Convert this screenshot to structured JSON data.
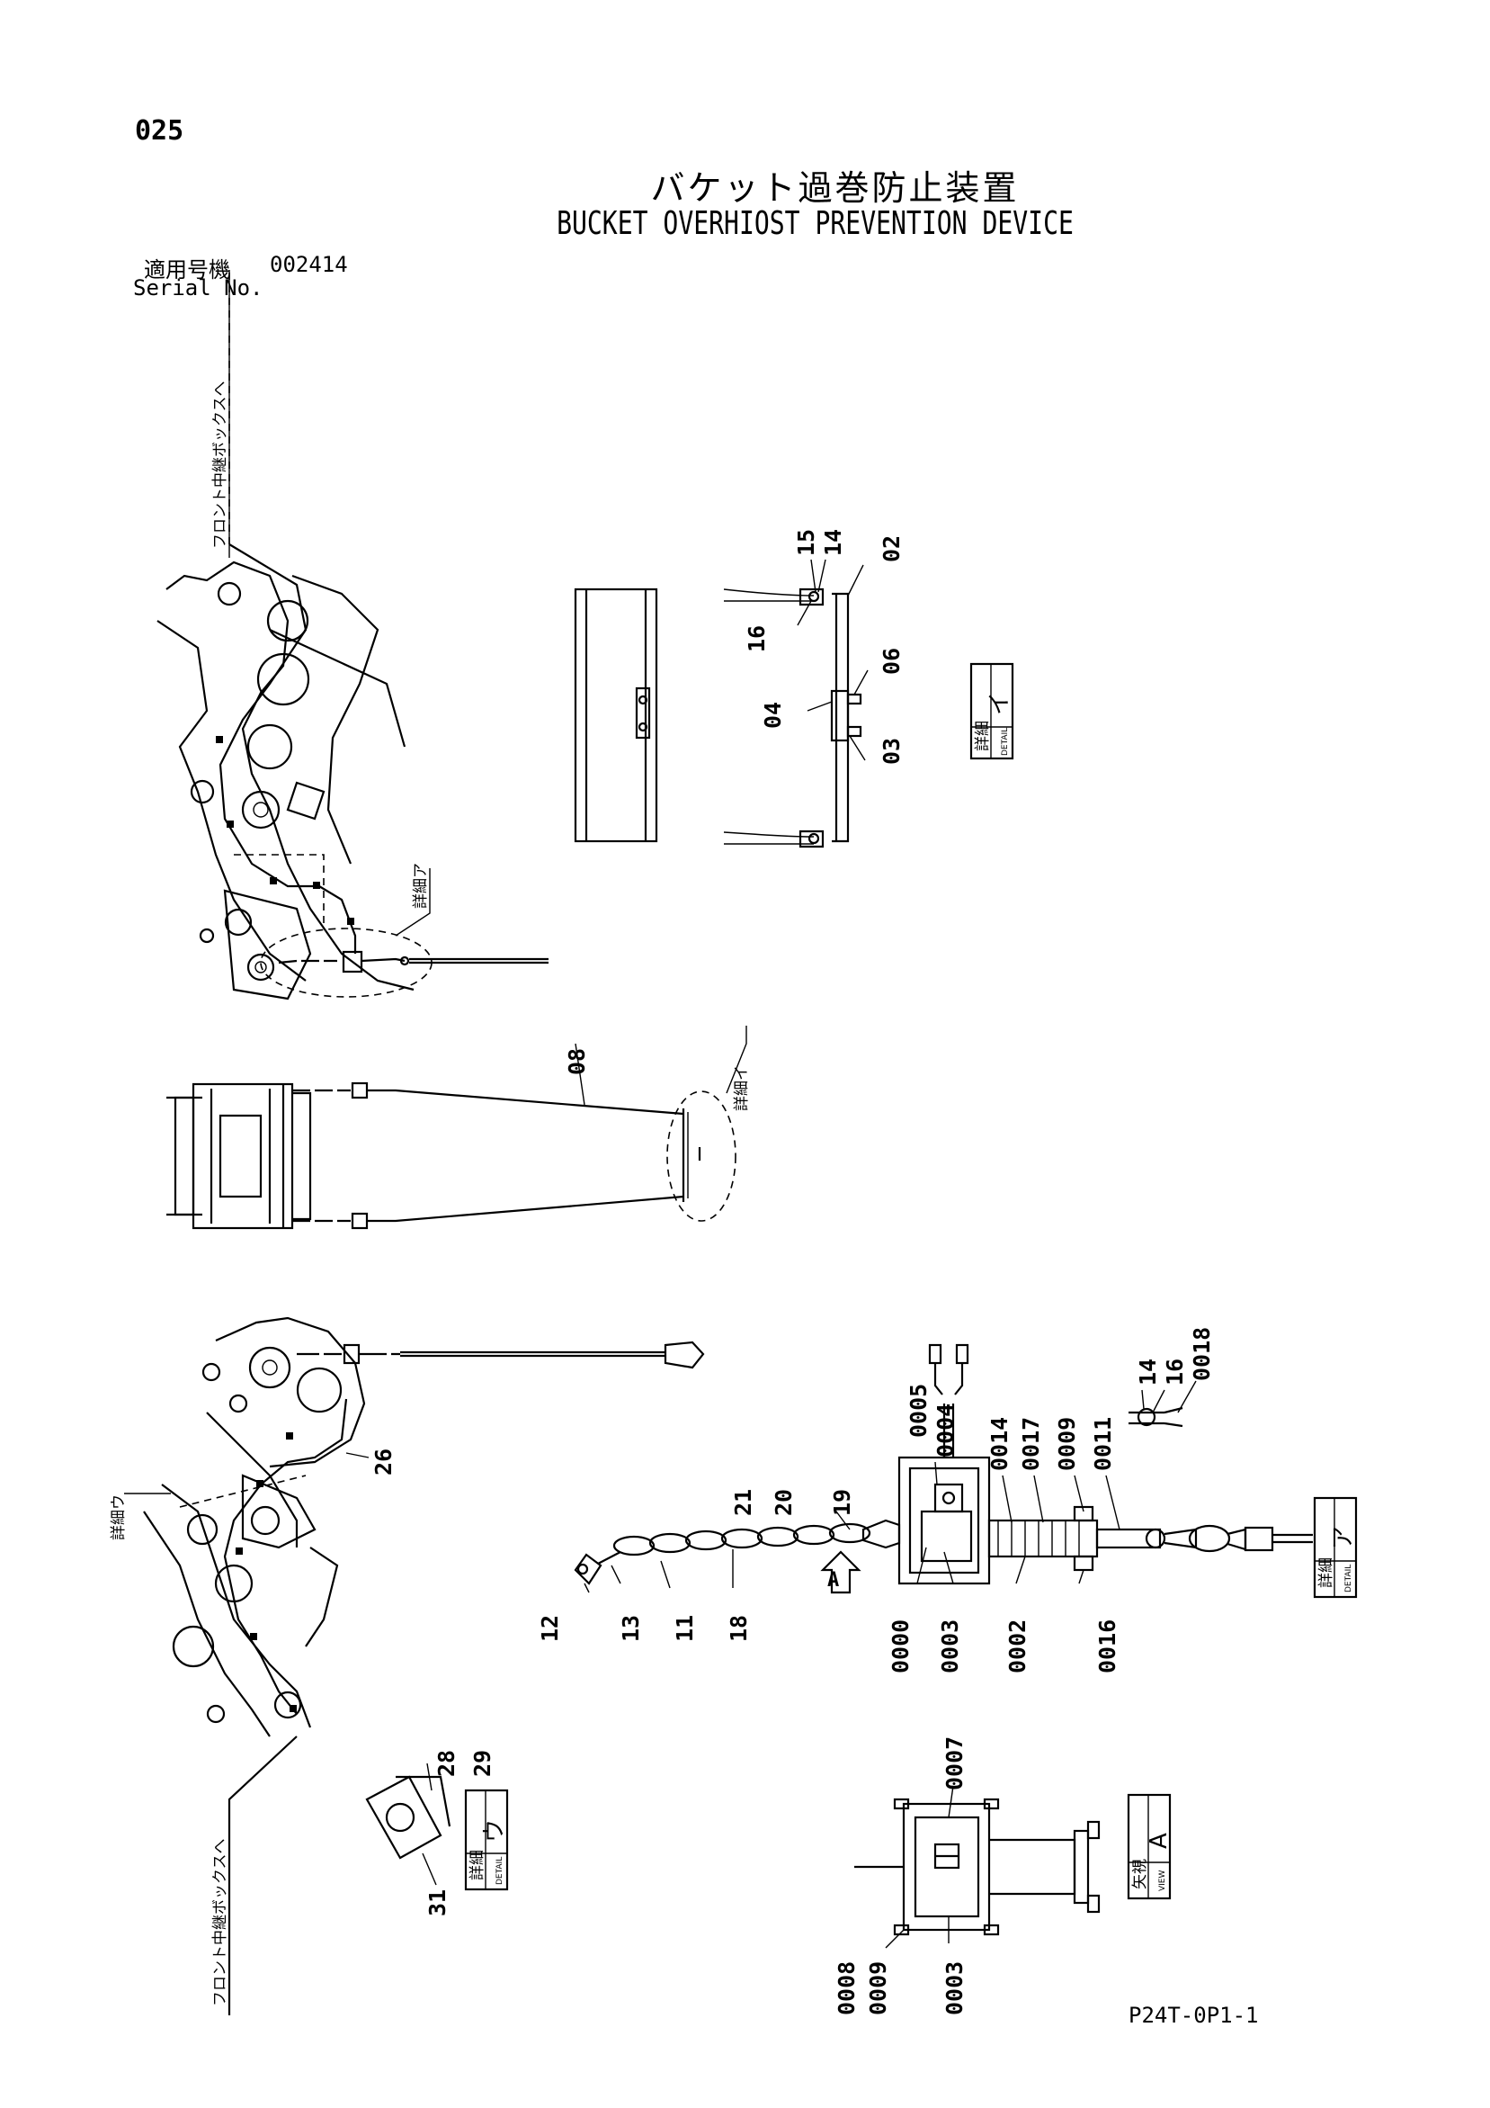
{
  "page": {
    "number": "025",
    "title_jp": "バケット過巻防止装置",
    "title_en": "BUCKET OVERHIOST PREVENTION DEVICE",
    "serial_label_jp": "適用号機",
    "serial_label_en": "Serial No.",
    "serial_value": "002414",
    "footer_code": "P24T-0P1-1"
  },
  "labels": {
    "front_relay_box": "フロント中継ボックスへ",
    "detail_a_jp": "詳細ア",
    "detail_i_jp": "詳細イ",
    "detail_u_jp": "詳細ウ"
  },
  "detail_boxes": {
    "i": {
      "kanji1": "詳",
      "kanji2": "細",
      "kana": "イ",
      "en": "DETAIL"
    },
    "a": {
      "kanji1": "詳",
      "kanji2": "細",
      "kana": "ア",
      "en": "DETAIL"
    },
    "u": {
      "kanji1": "詳",
      "kanji2": "細",
      "kana": "ウ",
      "en": "DETAIL"
    },
    "view": {
      "kanji1": "矢",
      "kanji2": "視",
      "kana": "A",
      "en": "VIEW"
    }
  },
  "arrow_label": "A",
  "callouts": {
    "detail_i": [
      "15",
      "14",
      "02",
      "16",
      "06",
      "04",
      "03"
    ],
    "overview": [
      "08",
      "26"
    ],
    "detail_a_top": [
      "14",
      "16",
      "0018",
      "0005",
      "0004",
      "0014",
      "0017",
      "0009",
      "0011",
      "21",
      "20",
      "19"
    ],
    "detail_a_bottom": [
      "12",
      "13",
      "11",
      "18",
      "0000",
      "0003",
      "0002",
      "0016"
    ],
    "detail_u": [
      "28",
      "29",
      "31"
    ],
    "view_a": [
      "0007",
      "0008",
      "0009",
      "0003"
    ]
  }
}
